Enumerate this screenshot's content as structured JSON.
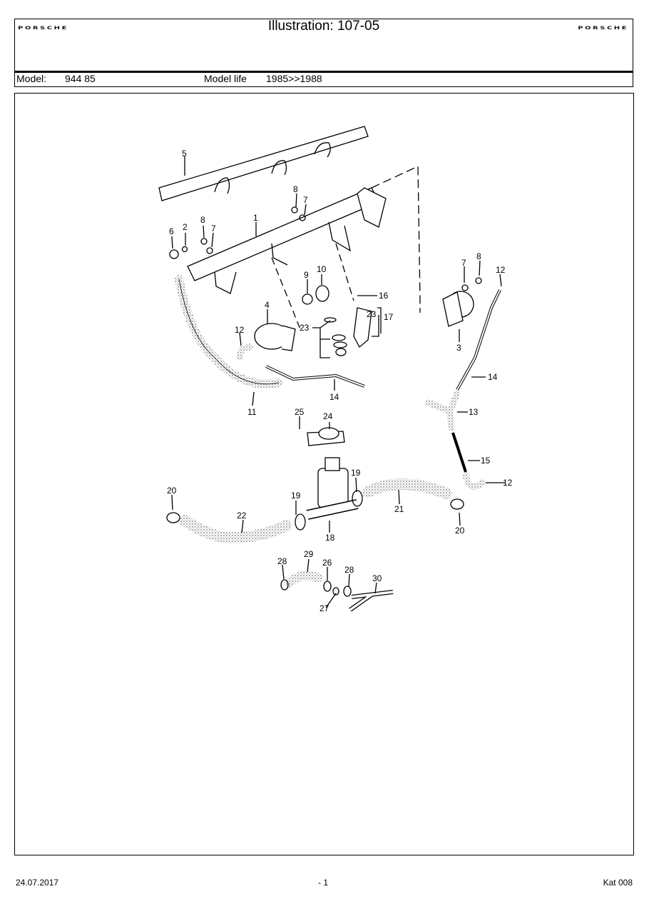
{
  "header": {
    "logo_text": "PORSCHE",
    "title": "Illustration: 107-05",
    "model_label": "Model:",
    "model_value": "944 85",
    "model_life_label": "Model life",
    "model_life_value": "1985>>1988"
  },
  "diagram": {
    "callouts": [
      "1",
      "2",
      "3",
      "4",
      "5",
      "6",
      "7",
      "7",
      "7",
      "8",
      "8",
      "8",
      "9",
      "10",
      "11",
      "12",
      "12",
      "12",
      "13",
      "14",
      "14",
      "15",
      "16",
      "17",
      "18",
      "19",
      "19",
      "20",
      "20",
      "21",
      "22",
      "23",
      "23",
      "24",
      "25",
      "26",
      "27",
      "28",
      "28",
      "29",
      "30"
    ]
  },
  "footer": {
    "date": "24.07.2017",
    "page": "- 1",
    "catalog": "Kat 008"
  }
}
